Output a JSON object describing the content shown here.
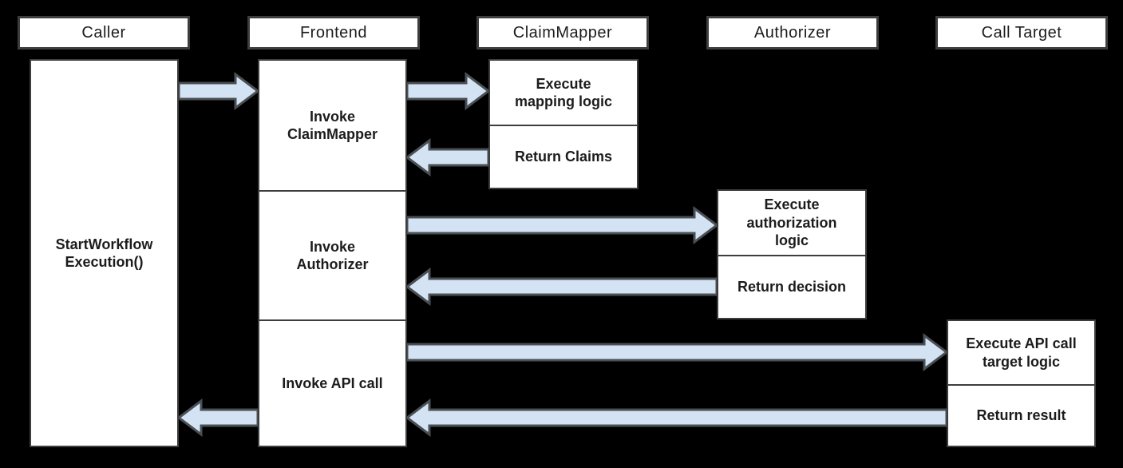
{
  "colors": {
    "background": "#000000",
    "box_fill": "#ffffff",
    "box_border": "#3d3d3d",
    "arrow_fill": "#d4e3f4",
    "arrow_stroke": "#4a4f54",
    "text": "#1c1c1c"
  },
  "lanes": [
    {
      "label": "Caller"
    },
    {
      "label": "Frontend"
    },
    {
      "label": "ClaimMapper"
    },
    {
      "label": "Authorizer"
    },
    {
      "label": "Call Target"
    }
  ],
  "caller": {
    "activation_label": "StartWorkflow Execution()"
  },
  "frontend": {
    "sections": [
      {
        "label": "Invoke ClaimMapper"
      },
      {
        "label": "Invoke Authorizer"
      },
      {
        "label": "Invoke API call"
      }
    ]
  },
  "claim_mapper": {
    "sections": [
      {
        "label": "Execute mapping logic"
      },
      {
        "label": "Return Claims"
      }
    ]
  },
  "authorizer": {
    "sections": [
      {
        "label": "Execute authorization logic"
      },
      {
        "label": "Return decision"
      }
    ]
  },
  "call_target": {
    "sections": [
      {
        "label": "Execute API call target logic"
      },
      {
        "label": "Return result"
      }
    ]
  },
  "flows": [
    {
      "from": "Caller",
      "to": "Frontend"
    },
    {
      "from": "Frontend",
      "to": "ClaimMapper"
    },
    {
      "from": "ClaimMapper",
      "to": "Frontend"
    },
    {
      "from": "Frontend",
      "to": "Authorizer"
    },
    {
      "from": "Authorizer",
      "to": "Frontend"
    },
    {
      "from": "Frontend",
      "to": "Call Target"
    },
    {
      "from": "Call Target",
      "to": "Frontend"
    },
    {
      "from": "Frontend",
      "to": "Caller"
    }
  ]
}
